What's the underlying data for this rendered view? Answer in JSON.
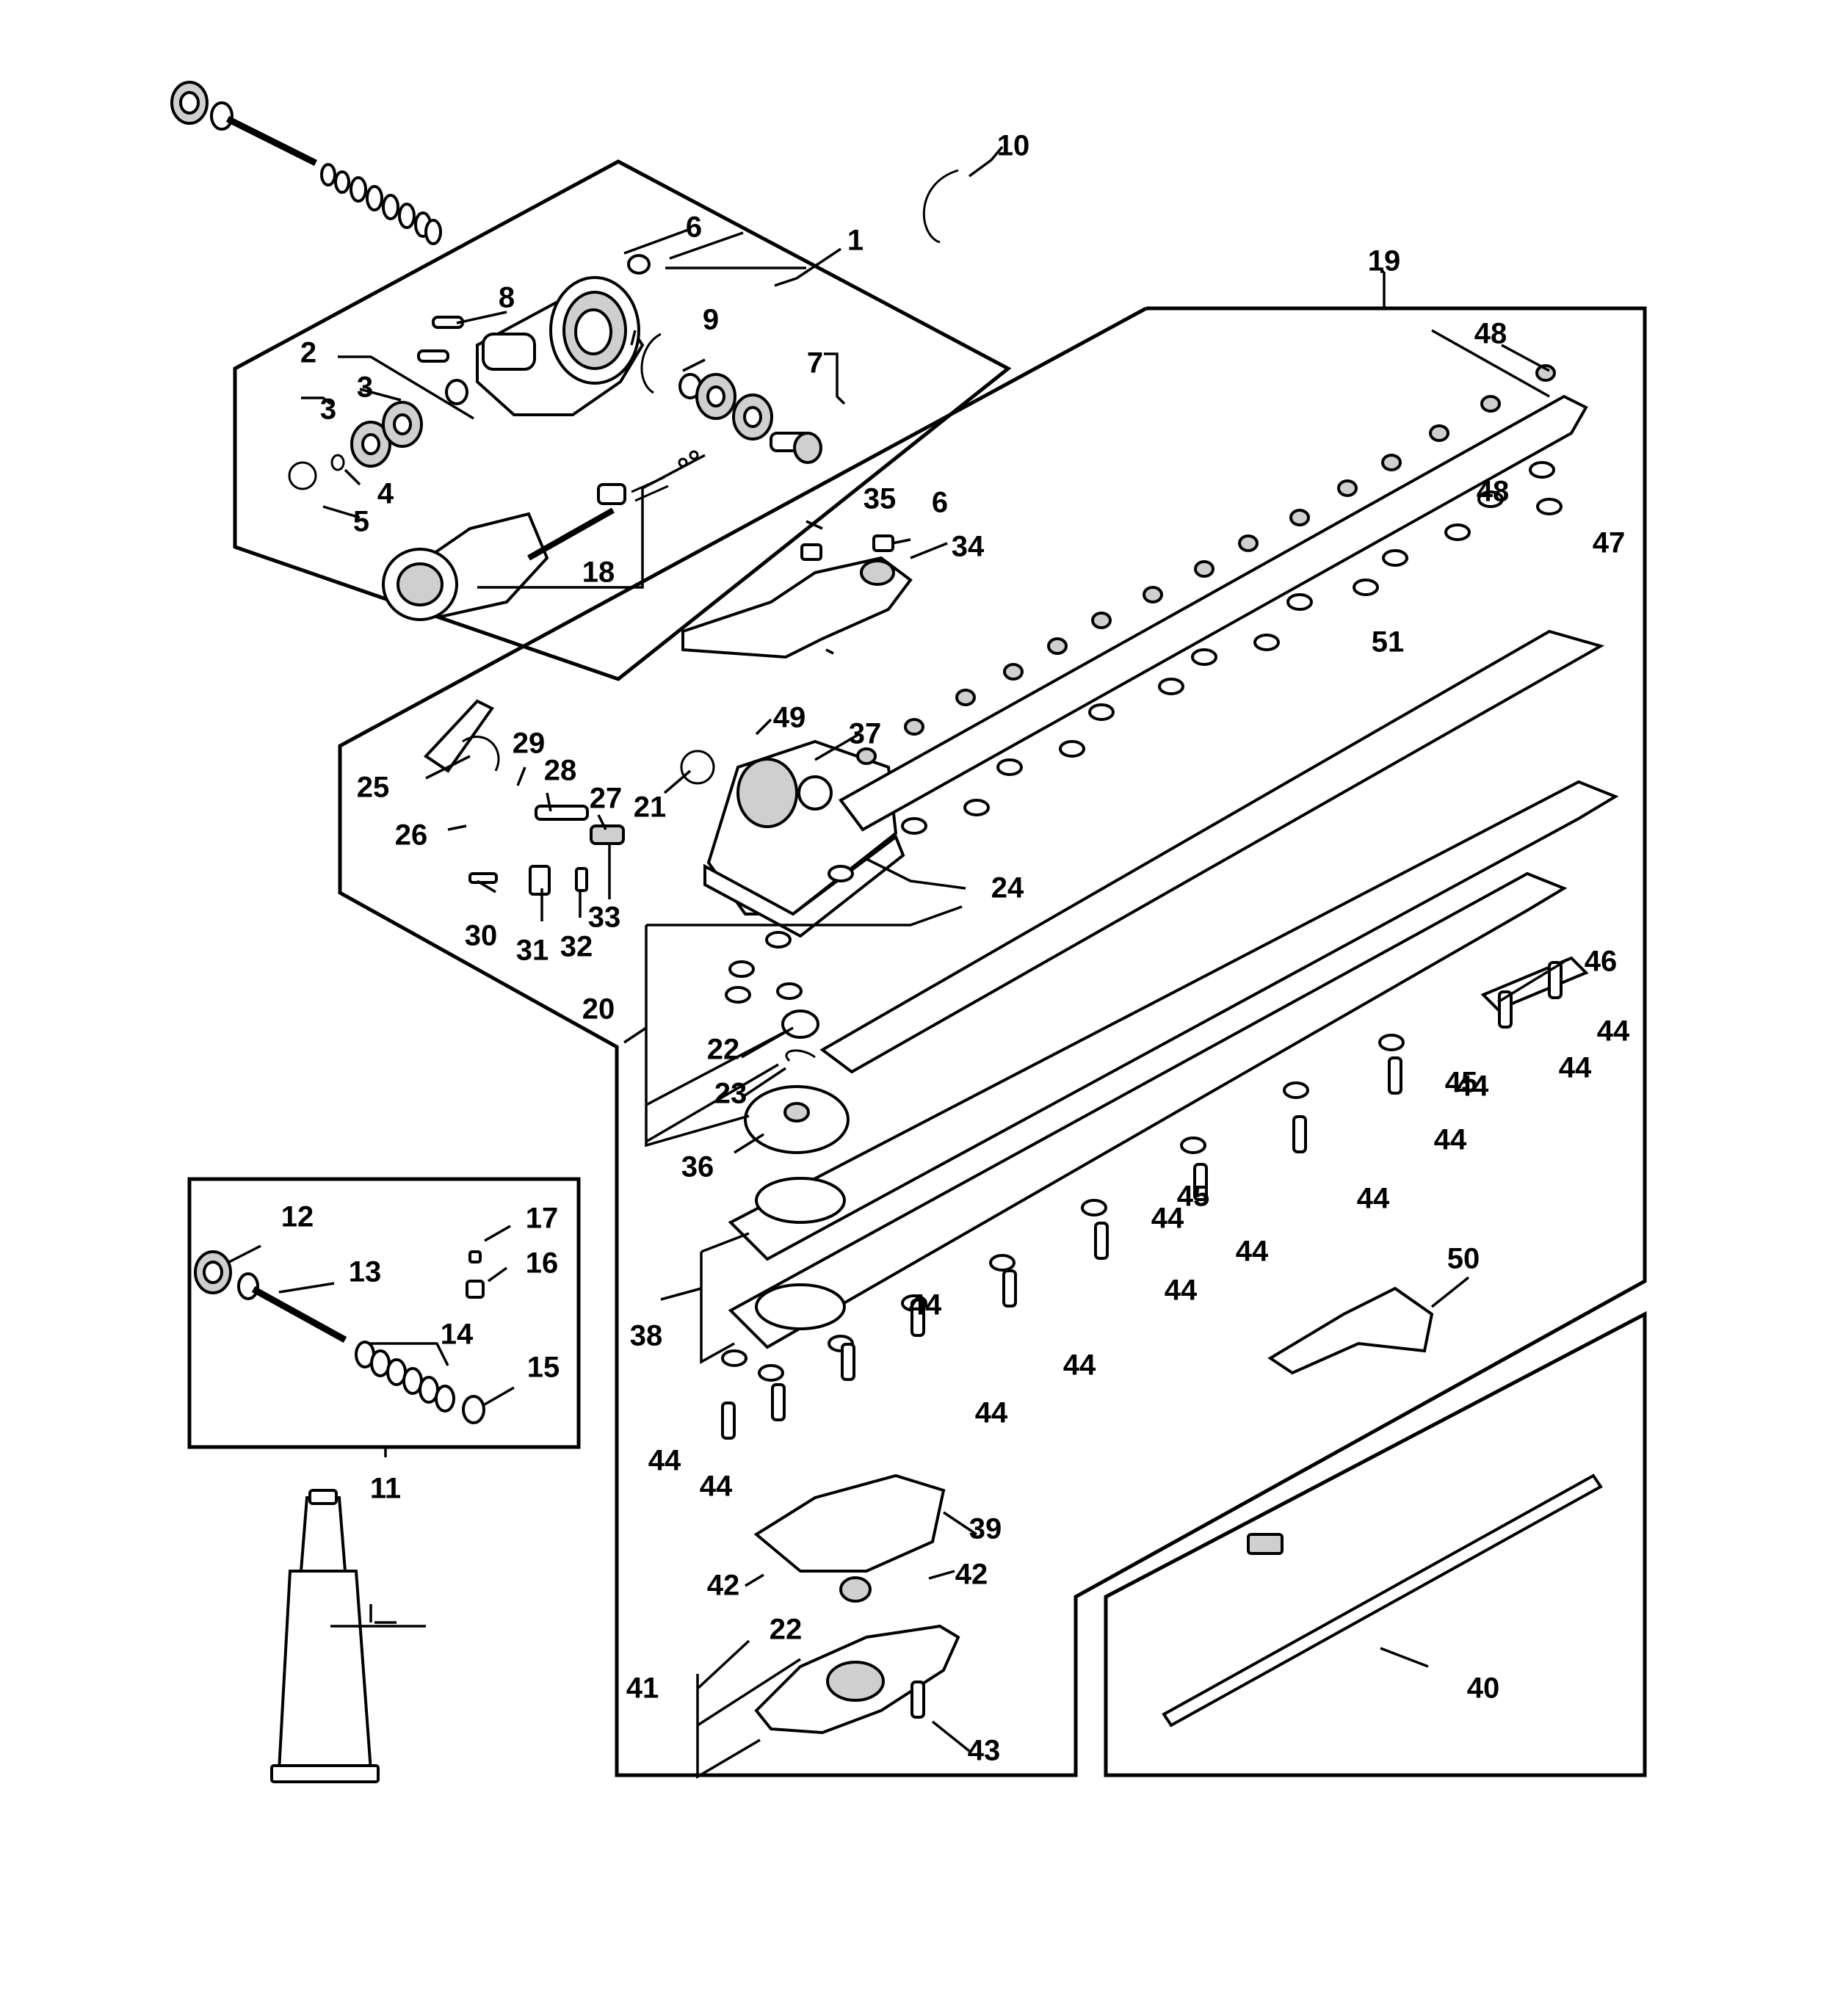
{
  "diagram": {
    "type": "exploded-parts-diagram",
    "callouts": [
      "1",
      "2",
      "3",
      "3",
      "4",
      "5",
      "6",
      "7",
      "8",
      "9",
      "10",
      "11",
      "12",
      "13",
      "14",
      "15",
      "16",
      "17",
      "18",
      "19",
      "20",
      "21",
      "22",
      "23",
      "24",
      "25",
      "26",
      "27",
      "28",
      "29",
      "30",
      "31",
      "32",
      "33",
      "34",
      "35",
      "6",
      "36",
      "37",
      "38",
      "39",
      "40",
      "41",
      "42",
      "42",
      "22",
      "43",
      "44",
      "44",
      "44",
      "44",
      "44",
      "44",
      "44",
      "44",
      "44",
      "44",
      "44",
      "44",
      "44",
      "45",
      "45",
      "46",
      "47",
      "48",
      "48",
      "49",
      "50",
      "51"
    ]
  }
}
